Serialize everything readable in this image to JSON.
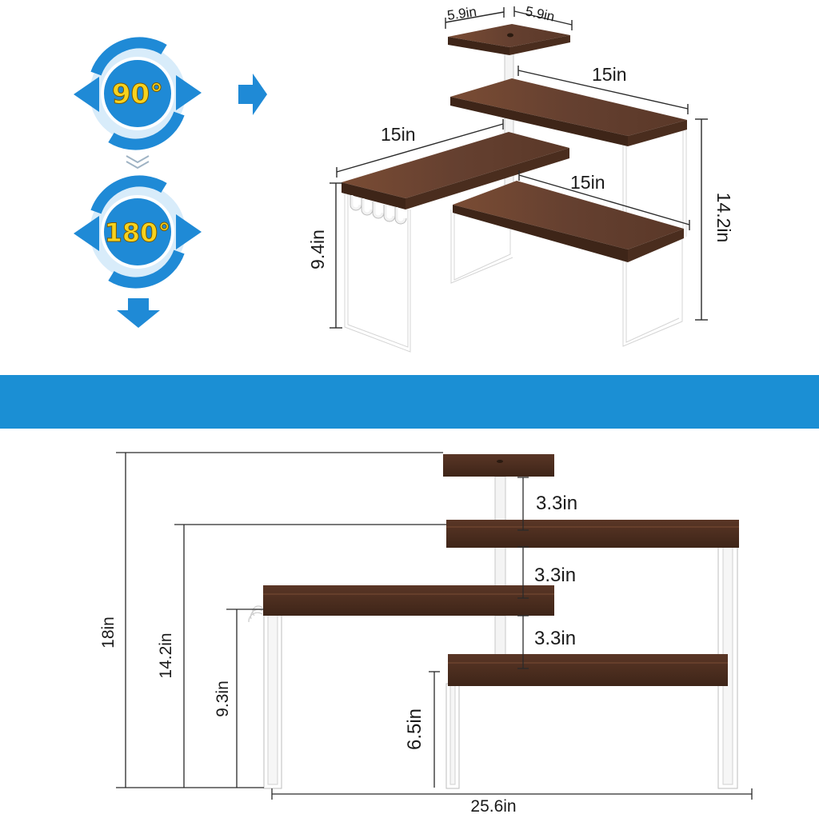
{
  "badges": {
    "top": "90°",
    "bottom": "180°"
  },
  "colors": {
    "badge_blue": "#1f8ad6",
    "badge_light": "#d8ecfa",
    "badge_text": "#f7d21e",
    "band_blue": "#1b8fd4",
    "wood_top": "#6e4631",
    "wood_front": "#4a2d1e",
    "frame": "#ffffff"
  },
  "top_diagram": {
    "labels": {
      "top_left_width": "5.9in",
      "top_right_width": "5.9in",
      "upper_shelf_length": "15in",
      "left_shelf_length": "15in",
      "lower_shelf_length": "15in",
      "left_height": "9.4in",
      "right_height": "14.2in"
    }
  },
  "bottom_diagram": {
    "labels": {
      "gap_1": "3.3in",
      "gap_2": "3.3in",
      "gap_3": "3.3in",
      "total_height": "18in",
      "mid_height": "14.2in",
      "left_height": "9.3in",
      "lower_height": "6.5in",
      "total_width": "25.6in"
    }
  }
}
